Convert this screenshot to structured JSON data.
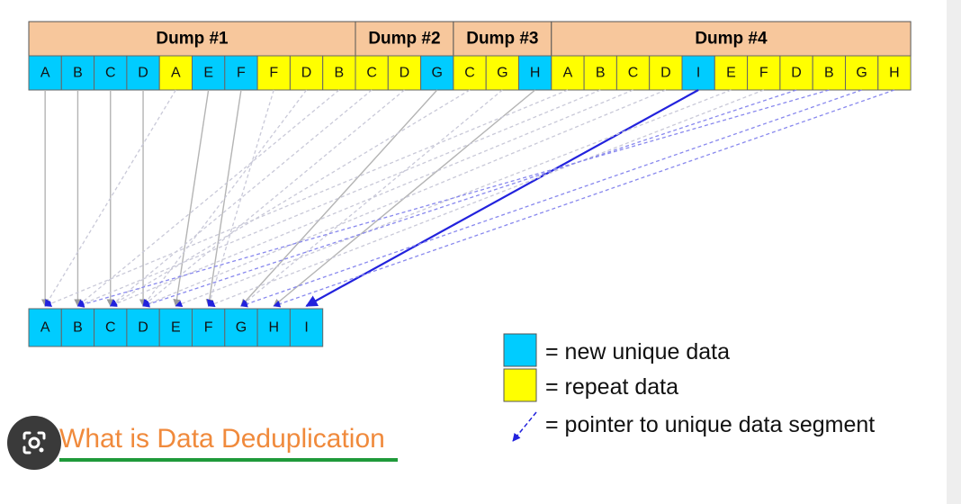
{
  "dumps": [
    {
      "label": "Dump #1",
      "blocks": [
        {
          "letter": "A",
          "kind": "new"
        },
        {
          "letter": "B",
          "kind": "new"
        },
        {
          "letter": "C",
          "kind": "new"
        },
        {
          "letter": "D",
          "kind": "new"
        },
        {
          "letter": "A",
          "kind": "repeat"
        },
        {
          "letter": "E",
          "kind": "new"
        },
        {
          "letter": "F",
          "kind": "new"
        },
        {
          "letter": "F",
          "kind": "repeat"
        },
        {
          "letter": "D",
          "kind": "repeat"
        },
        {
          "letter": "B",
          "kind": "repeat"
        }
      ]
    },
    {
      "label": "Dump #2",
      "blocks": [
        {
          "letter": "C",
          "kind": "repeat"
        },
        {
          "letter": "D",
          "kind": "repeat"
        },
        {
          "letter": "G",
          "kind": "new"
        }
      ]
    },
    {
      "label": "Dump #3",
      "blocks": [
        {
          "letter": "C",
          "kind": "repeat"
        },
        {
          "letter": "G",
          "kind": "repeat"
        },
        {
          "letter": "H",
          "kind": "new"
        }
      ]
    },
    {
      "label": "Dump #4",
      "blocks": [
        {
          "letter": "A",
          "kind": "repeat"
        },
        {
          "letter": "B",
          "kind": "repeat"
        },
        {
          "letter": "C",
          "kind": "repeat"
        },
        {
          "letter": "D",
          "kind": "repeat"
        },
        {
          "letter": "I",
          "kind": "new"
        },
        {
          "letter": "E",
          "kind": "repeat"
        },
        {
          "letter": "F",
          "kind": "repeat"
        },
        {
          "letter": "D",
          "kind": "repeat"
        },
        {
          "letter": "B",
          "kind": "repeat"
        },
        {
          "letter": "G",
          "kind": "repeat"
        },
        {
          "letter": "H",
          "kind": "repeat"
        }
      ]
    }
  ],
  "unique_store": [
    "A",
    "B",
    "C",
    "D",
    "E",
    "F",
    "G",
    "H",
    "I"
  ],
  "legend": [
    {
      "kind": "new",
      "label": "= new unique data"
    },
    {
      "kind": "repeat",
      "label": "= repeat data"
    },
    {
      "kind": "pointer",
      "label": "= pointer to unique data segment"
    }
  ],
  "caption": "What is Data Deduplication",
  "colors": {
    "new": "#00ccff",
    "repeat": "#ffff00",
    "header": "#f7c79c",
    "pointer": "#2222dd",
    "pointer_light": "#8888ee",
    "new_link": "#b4b4b4",
    "caption": "#f08a3c",
    "caption_underline": "#1f9a3a"
  },
  "icons": {
    "lens": "google-lens-icon"
  }
}
